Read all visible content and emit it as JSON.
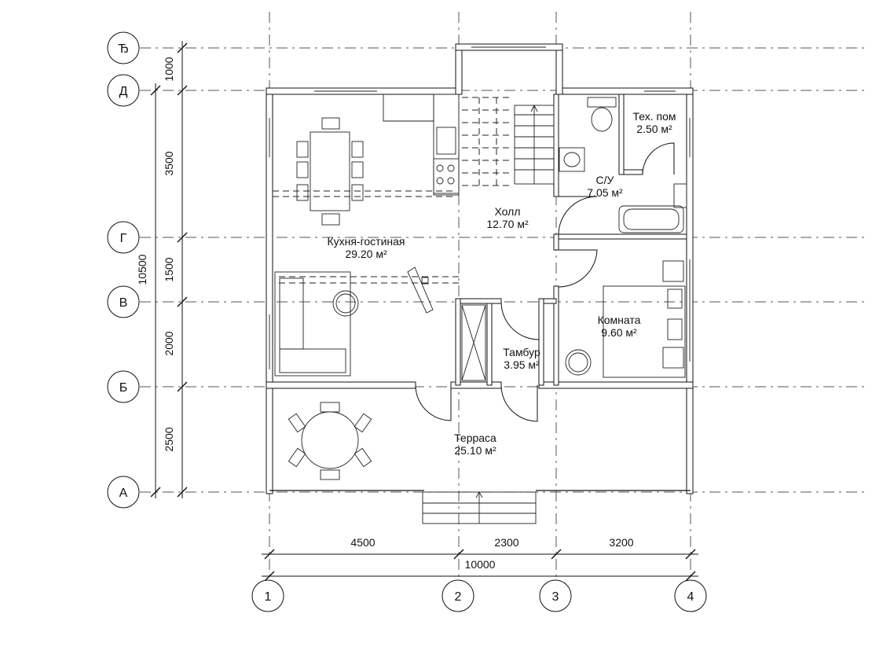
{
  "axes": {
    "rows": [
      {
        "label": "Ђ",
        "dim": "1000"
      },
      {
        "label": "Д",
        "dim": "3500"
      },
      {
        "label": "Г",
        "dim": "1500"
      },
      {
        "label": "В",
        "dim": "2000"
      },
      {
        "label": "Б",
        "dim": "2500"
      },
      {
        "label": "А",
        "dim": ""
      }
    ],
    "overall_vertical": "10500",
    "cols": [
      {
        "label": "1",
        "dim": "4500"
      },
      {
        "label": "2",
        "dim": "2300"
      },
      {
        "label": "3",
        "dim": "3200"
      },
      {
        "label": "4",
        "dim": ""
      }
    ],
    "overall_horizontal": "10000"
  },
  "rooms": {
    "kitchen": {
      "name": "Кухня-гостиная",
      "area": "29.20 м²"
    },
    "hall": {
      "name": "Холл",
      "area": "12.70 м²"
    },
    "tech": {
      "name": "Тех. пом",
      "area": "2.50 м²"
    },
    "bath": {
      "name": "С/У",
      "area": "7.05 м²"
    },
    "room": {
      "name": "Комната",
      "area": "9.60 м²"
    },
    "vestibule": {
      "name": "Тамбур",
      "area": "3.95 м²"
    },
    "terrace": {
      "name": "Терраса",
      "area": "25.10 м²"
    }
  }
}
